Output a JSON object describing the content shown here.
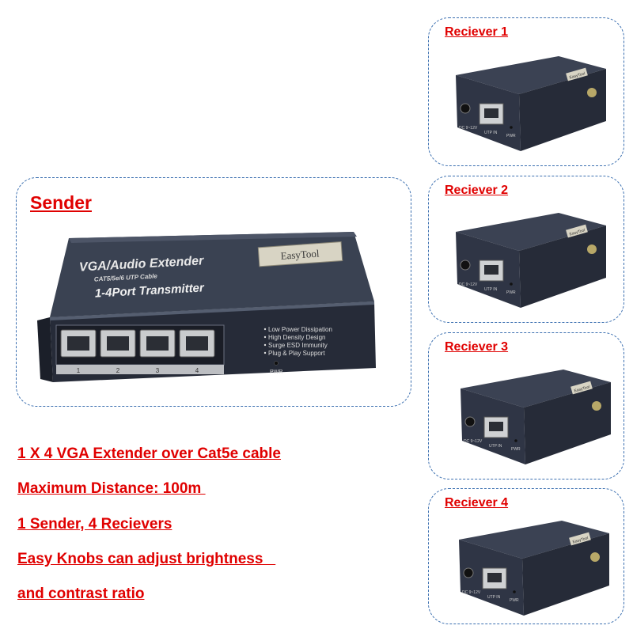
{
  "sender": {
    "title": "Sender",
    "device": {
      "label_line1": "VGA/Audio Extender",
      "label_line2": "CAT5/5e/6 UTP Cable",
      "label_line3": "1-4Port Transmitter",
      "brand": "EasyTool",
      "features": [
        "Low Power Dissipation",
        "High Density Design",
        "Surge ESD Immunity",
        "Plug & Play Support"
      ],
      "pwr": "PWR",
      "port_numbers": [
        "1",
        "2",
        "3",
        "4"
      ]
    }
  },
  "receivers": [
    {
      "title": "Reciever 1"
    },
    {
      "title": "Reciever 2"
    },
    {
      "title": "Reciever 3"
    },
    {
      "title": "Reciever 4"
    }
  ],
  "receiver_device": {
    "dc_label": "DC 9~12V",
    "utp_label": "UTP IN",
    "pwr_label": "PWR",
    "brand": "EasyTool"
  },
  "colors": {
    "accent_red": "#e00000",
    "border_blue": "#3b6fb0",
    "device_body": "#2a3040"
  },
  "features": [
    "1 X 4 VGA Extender over Cat5e cable",
    "Maximum Distance: 100m ",
    "1 Sender, 4 Recievers",
    "Easy Knobs can adjust brightness   ",
    "and contrast ratio"
  ]
}
